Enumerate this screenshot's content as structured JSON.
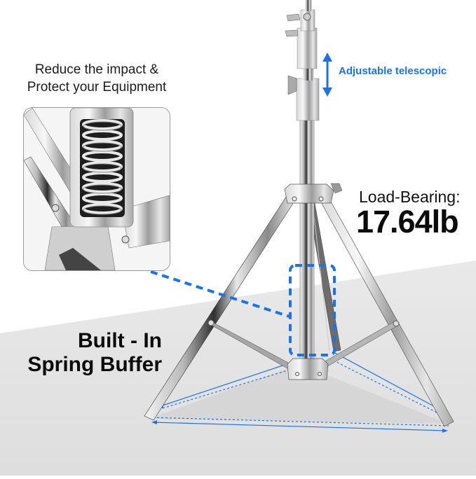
{
  "callouts": {
    "impact_line1": "Reduce the impact &",
    "impact_line2": "Protect your Equipment",
    "adjustable": "Adjustable telescopic",
    "load_label": "Load-Bearing:",
    "load_value": "17.64lb",
    "buffer_line1": "Built - In",
    "buffer_line2": "Spring Buffer"
  },
  "icons": {
    "height_arrow": "double-headed-vertical-arrow",
    "footprint_arrows": "double-headed-span-arrows"
  },
  "colors": {
    "accent_blue": "#1a73e8",
    "floor_gray": "#e3e3e3",
    "text_dark": "#111111",
    "panel_border": "#9a9a9a"
  }
}
